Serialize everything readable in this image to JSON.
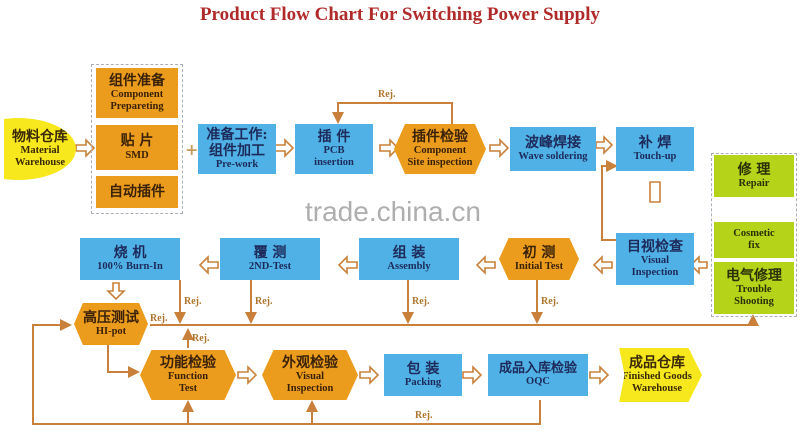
{
  "title": "Product Flow Chart For Switching Power Supply",
  "watermark": "trade.china.cn",
  "rej_label": "Rej.",
  "plus": "+",
  "colors": {
    "process": "#4fb1e6",
    "inspection": "#ec9c1d",
    "repair": "#b5d319",
    "warehouse": "#f7e81d",
    "connector": "#c9803a",
    "title": "#b02a2a"
  },
  "nodes": {
    "material_warehouse": {
      "cn": "物料仓库",
      "en1": "Material",
      "en2": "Warehouse"
    },
    "component_preparing": {
      "cn": "组件准备",
      "en1": "Component",
      "en2": "Prepareting"
    },
    "smd": {
      "cn": "贴 片",
      "en1": "SMD"
    },
    "auto_insertion": {
      "cn": "自动插件"
    },
    "pre_work": {
      "cn1": "准备工作:",
      "cn2": "组件加工",
      "en1": "Pre-work"
    },
    "pcb_insertion": {
      "cn": "插 件",
      "en1": "PCB",
      "en2": "insertion"
    },
    "component_site_inspection": {
      "cn": "插件检验",
      "en1": "Component",
      "en2": "Site inspection"
    },
    "wave_soldering": {
      "cn": "波峰焊接",
      "en1": "Wave soldering"
    },
    "touch_up": {
      "cn": "补 焊",
      "en1": "Touch-up"
    },
    "repair": {
      "cn": "修 理",
      "en1": "Repair"
    },
    "cosmetic_fix": {
      "en1": "Cosmetic",
      "en2": "fix"
    },
    "trouble_shooting": {
      "cn": "电气修理",
      "en1": "Trouble",
      "en2": "Shooting"
    },
    "visual_inspection_1": {
      "cn": "目视检查",
      "en1": "Visual",
      "en2": "Inspection"
    },
    "initial_test": {
      "cn": "初 测",
      "en1": "Initial Test"
    },
    "assembly": {
      "cn": "组 装",
      "en1": "Assembly"
    },
    "second_test": {
      "cn": "覆 测",
      "en1": "2ND-Test"
    },
    "burn_in": {
      "cn": "烧 机",
      "en1": "100% Burn-In"
    },
    "hi_pot": {
      "cn": "高压测试",
      "en1": "HI-pot"
    },
    "function_test": {
      "cn": "功能检验",
      "en1": "Function",
      "en2": "Test"
    },
    "visual_inspection_2": {
      "cn": "外观检验",
      "en1": "Visual",
      "en2": "Inspection"
    },
    "packing": {
      "cn": "包 装",
      "en1": "Packing"
    },
    "oqc": {
      "cn": "成品入库检验",
      "en1": "OQC"
    },
    "finished_goods_warehouse": {
      "cn": "成品仓库",
      "en1": "Finished Goods",
      "en2": "Warehouse"
    }
  }
}
